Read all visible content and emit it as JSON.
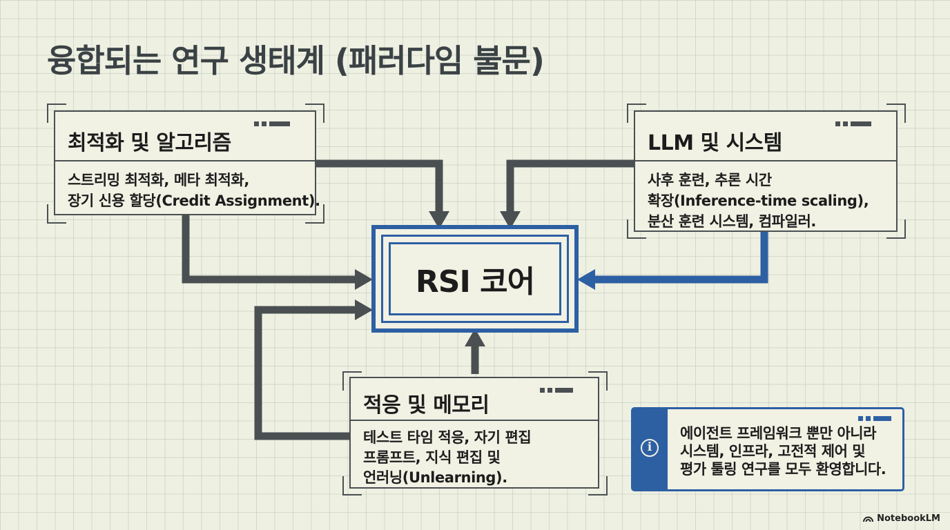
{
  "title": "융합되는 연구 생태계 (패러다임 불문)",
  "core": {
    "label": "RSI 코어"
  },
  "cards": {
    "optimization": {
      "heading": "최적화 및 알고리즘",
      "lines": [
        "스트리밍 최적화, 메타 최적화,",
        "장기 신용 할당(Credit Assignment)."
      ]
    },
    "llm": {
      "heading": "LLM 및 시스템",
      "lines": [
        "사후 훈련, 추론 시간",
        "확장(Inference-time scaling),",
        "분산 훈련 시스템, 컴파일러."
      ]
    },
    "adaptation": {
      "heading": "적응 및 메모리",
      "lines": [
        "테스트 타임 적응, 자기 편집",
        "프롬프트, 지식 편집 및",
        "언러닝(Unlearning)."
      ]
    }
  },
  "info": {
    "icon": "info-circle-icon",
    "lines": [
      "에이전트 프레임워크 뿐만 아니라",
      "시스템, 인프라, 고전적 제어 및",
      "평가 툴링 연구를 모두 환영합니다."
    ]
  },
  "brand": {
    "label": "NotebookLM",
    "icon": "notebooklm-logo-icon"
  },
  "colors": {
    "accent": "#2d5fa3",
    "ink": "#4a4f52",
    "paper": "#eef0e2"
  }
}
